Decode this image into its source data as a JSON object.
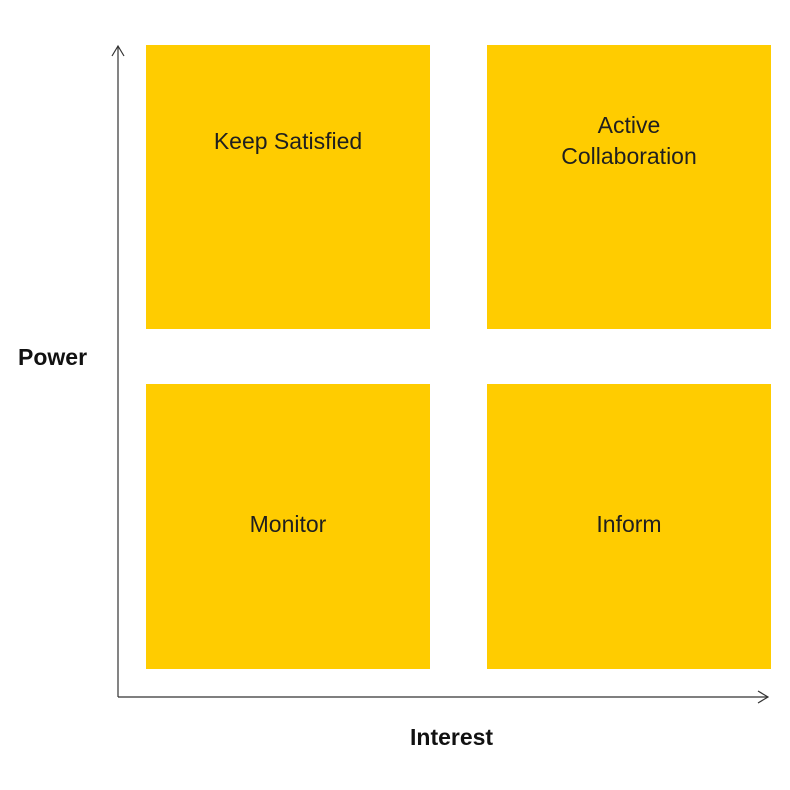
{
  "diagram": {
    "quadrants": {
      "top_left": "Keep Satisfied",
      "top_right": "Active Collaboration",
      "bottom_left": "Monitor",
      "bottom_right": "Inform"
    },
    "y_axis_label": "Power",
    "x_axis_label": "Interest",
    "quadrant_color": "#FFCC00",
    "axis_color": "#333333"
  }
}
